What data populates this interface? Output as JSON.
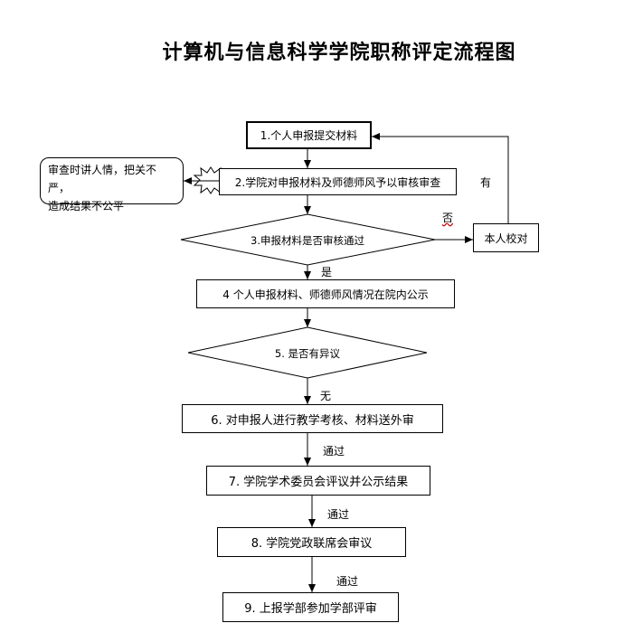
{
  "title": "计算机与信息科学学院职称评定流程图",
  "steps": {
    "s1": "1.个人申报提交材料",
    "s2": "2.学院对申报材料及师德师风予以审核审查",
    "d3": "3.申报材料是否审核通过",
    "s4": "4 个人申报材料、师德师风情况在院内公示",
    "d5": "5. 是否有异议",
    "s6": "6. 对申报人进行教学考核、材料送外审",
    "s7": "7. 学院学术委员会评议并公示结果",
    "s8": "8. 学院党政联席会审议",
    "s9": "9. 上报学部参加学部评审",
    "self_check": "本人校对"
  },
  "callout": {
    "line1": "审查时讲人情，把关不严，",
    "line2": "造成结果不公平"
  },
  "edge_labels": {
    "yes": "是",
    "no": "否",
    "has": "有",
    "none": "无",
    "pass1": "通过",
    "pass2": "通过",
    "pass3": "通过"
  }
}
